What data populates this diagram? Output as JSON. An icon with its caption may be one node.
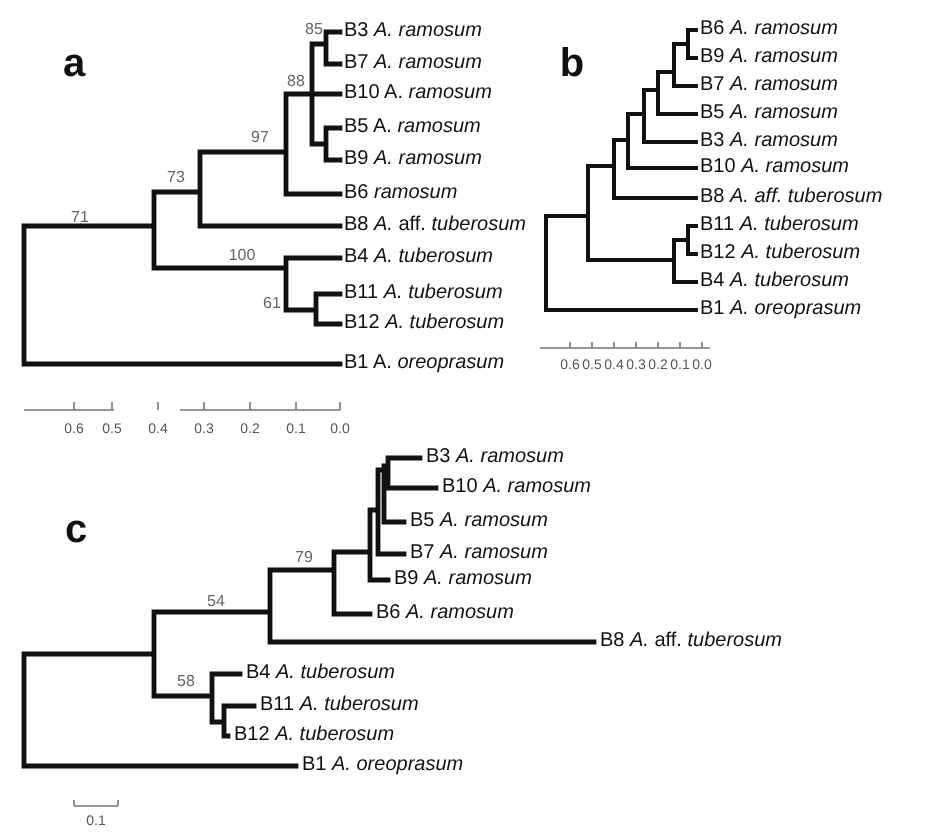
{
  "diagram": {
    "labels": [
      "a",
      "B3 *A. ramosum*",
      "B7 *A. ramosum*",
      "B10 A. *ramosum*",
      "B5 A. *ramosum*",
      "B9 *A. ramosum*",
      "B6 *ramosum*",
      "B8 *A.* aff. *tuberosum*",
      "B4 *A. tuberosum*",
      "B11 *A. tuberosum*",
      "B12 *A. tuberosum*",
      "B1 A. *oreoprasum*",
      "85",
      "88",
      "97",
      "73",
      "71",
      "100",
      "61",
      "0.6",
      "0.5",
      "0.4",
      "0.3",
      "0.2",
      "0.1",
      "0.0",
      "b",
      "B6 *A. ramosum*",
      "B9 *A. ramosum*",
      "B7 *A. ramosum*",
      "B5 *A. ramosum*",
      "B3 *A. ramosum*",
      "B10 *A. ramosum*",
      "B8 *A. aff. tuberosum*",
      "B11 *A. tuberosum*",
      "B12 *A. tuberosum*",
      "B4 *A. tuberosum*",
      "B1 *A. oreoprasum*",
      "0.6",
      "0.5",
      "0.4",
      "0.3",
      "0.2",
      "0.1",
      "0.0",
      "c",
      "B3 *A. ramosum*",
      "B10 *A. ramosum*",
      "B5 *A. ramosum*",
      "B7 *A. ramosum*",
      "B9 *A. ramosum*",
      "B6 *A. ramosum*",
      "B8 *A.* aff. *tuberosum*",
      "B4 *A. tuberosum*",
      "B11 *A. tuberosum*",
      "B12 *A. tuberosum*",
      "B1 *A. oreoprasum*",
      "79",
      "54",
      "58",
      "0.1"
    ]
  }
}
